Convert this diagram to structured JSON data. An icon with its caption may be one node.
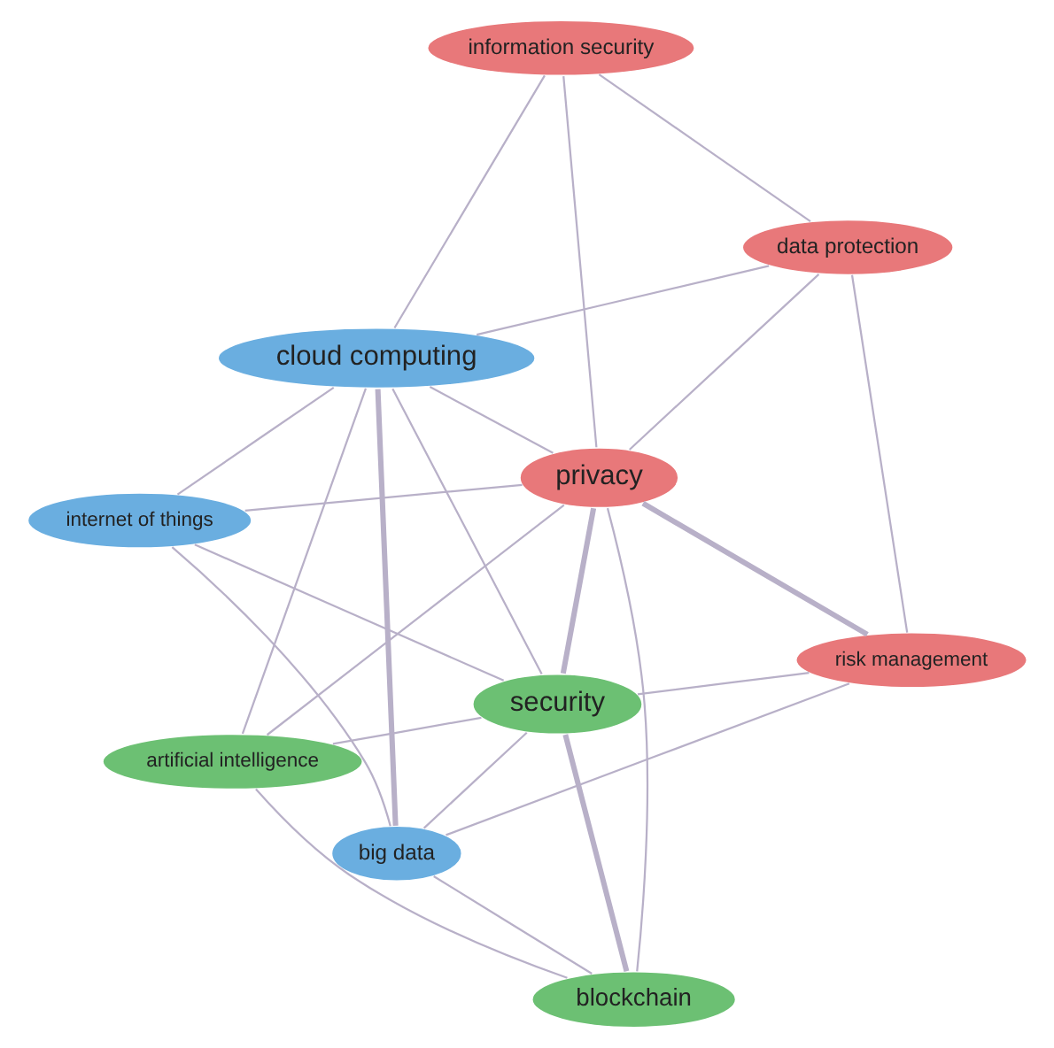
{
  "diagram": {
    "nodes": [
      {
        "text": [
          "information security"
        ]
      },
      {
        "text": [
          "data protection"
        ]
      },
      {
        "text": [
          "risk management"
        ]
      },
      {
        "text": [
          "cloud computing"
        ]
      },
      {
        "text": [
          "privacy"
        ]
      },
      {
        "text": [
          "internet of things"
        ]
      },
      {
        "text": [
          "big data"
        ]
      },
      {
        "text": [
          "security"
        ]
      },
      {
        "text": [
          "artificial intelligence"
        ]
      },
      {
        "text": [
          "blockchain"
        ]
      }
    ],
    "edges": [
      {
        "from": 0,
        "to": 1,
        "arrow": "none"
      },
      {
        "from": 0,
        "to": 4,
        "arrow": "none"
      },
      {
        "from": 0,
        "to": 3,
        "arrow": "none"
      },
      {
        "from": 1,
        "to": 4,
        "arrow": "none"
      },
      {
        "from": 1,
        "to": 2,
        "arrow": "none"
      },
      {
        "from": 1,
        "to": 3,
        "arrow": "none"
      },
      {
        "from": 2,
        "to": 4,
        "arrow": "none",
        "style": "thick"
      },
      {
        "from": 2,
        "to": 7,
        "arrow": "none"
      },
      {
        "from": 2,
        "to": 6,
        "arrow": "none"
      },
      {
        "from": 3,
        "to": 4,
        "arrow": "none"
      },
      {
        "from": 3,
        "to": 5,
        "arrow": "none"
      },
      {
        "from": 3,
        "to": 6,
        "arrow": "none",
        "style": "thick"
      },
      {
        "from": 3,
        "to": 7,
        "arrow": "none"
      },
      {
        "from": 3,
        "to": 8,
        "arrow": "none"
      },
      {
        "from": 5,
        "to": 4,
        "arrow": "none"
      },
      {
        "from": 5,
        "to": 6,
        "arrow": "none"
      },
      {
        "from": 5,
        "to": 7,
        "arrow": "none"
      },
      {
        "from": 6,
        "to": 7,
        "arrow": "none"
      },
      {
        "from": 6,
        "to": 9,
        "arrow": "none"
      },
      {
        "from": 4,
        "to": 7,
        "arrow": "none",
        "style": "thick"
      },
      {
        "from": 4,
        "to": 9,
        "arrow": "none"
      },
      {
        "from": 4,
        "to": 8,
        "arrow": "none"
      },
      {
        "from": 7,
        "to": 8,
        "arrow": "none"
      },
      {
        "from": 7,
        "to": 9,
        "arrow": "none",
        "style": "thick"
      },
      {
        "from": 8,
        "to": 9,
        "arrow": "none"
      }
    ]
  }
}
